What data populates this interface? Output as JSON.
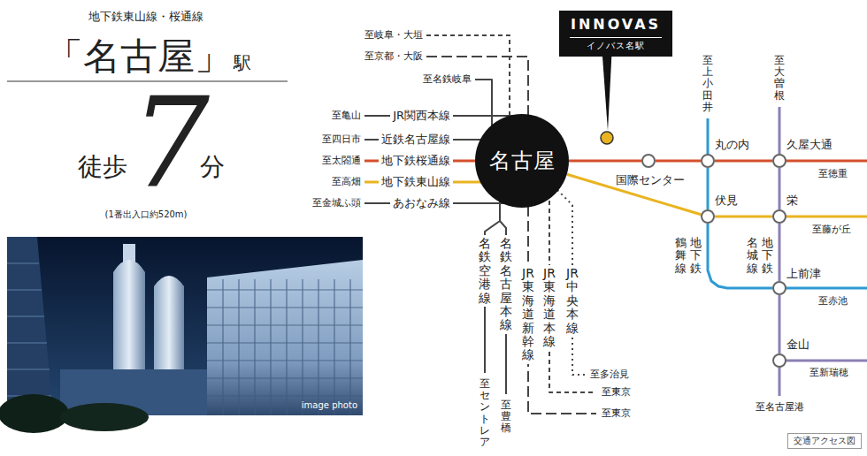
{
  "diagram": {
    "caption": "交通アクセス図",
    "nodes": [
      {
        "text": [
          "INNOVAS",
          "イノバス名駅"
        ]
      },
      {
        "text": [
          "名古屋"
        ]
      },
      {
        "text": [
          "国際センター"
        ]
      },
      {
        "text": [
          "丸の内"
        ]
      },
      {
        "text": [
          "久屋大通"
        ]
      },
      {
        "text": [
          "伏見"
        ]
      },
      {
        "text": [
          "栄"
        ]
      },
      {
        "text": [
          "上前津"
        ]
      },
      {
        "text": [
          "金山"
        ]
      }
    ],
    "edges": [
      {
        "from": 1,
        "to": 2,
        "arrow": "none"
      },
      {
        "from": 2,
        "to": 3,
        "arrow": "none"
      },
      {
        "from": 3,
        "to": 4,
        "arrow": "none"
      },
      {
        "from": 1,
        "to": 5,
        "arrow": "none"
      },
      {
        "from": 5,
        "to": 6,
        "arrow": "none"
      },
      {
        "from": 3,
        "to": 5,
        "arrow": "none"
      },
      {
        "from": 5,
        "to": 7,
        "arrow": "none"
      },
      {
        "from": 4,
        "to": 6,
        "arrow": "none"
      },
      {
        "from": 6,
        "to": 7,
        "arrow": "none"
      },
      {
        "from": 7,
        "to": 8,
        "arrow": "none"
      }
    ],
    "labels": [
      "地下鉄東山線・桜通線",
      "「名古屋」",
      "駅",
      "徒歩",
      "7",
      "分",
      "(1番出入口約520m)",
      "image photo",
      "至岐阜・大垣",
      "至京都・大阪",
      "至名鉄岐阜",
      "至亀山",
      "JR関西本線",
      "至四日市",
      "近鉄名古屋線",
      "至太閤通",
      "地下鉄桜通線",
      "至高畑",
      "地下鉄東山線",
      "至金城ふ頭",
      "あおなみ線",
      "名鉄空港線",
      "名鉄名古屋本線",
      "JR東海道新幹線",
      "JR東海道本線",
      "JR中央本線",
      "至セントレア",
      "至豊橋",
      "至東京",
      "至東京",
      "至多治見",
      "至上小田井",
      "至大曽根",
      "至徳重",
      "至藤が丘",
      "地下鉄",
      "鶴舞線",
      "地下鉄",
      "名城線",
      "至赤池",
      "至新瑞穂",
      "至名古屋港"
    ]
  }
}
